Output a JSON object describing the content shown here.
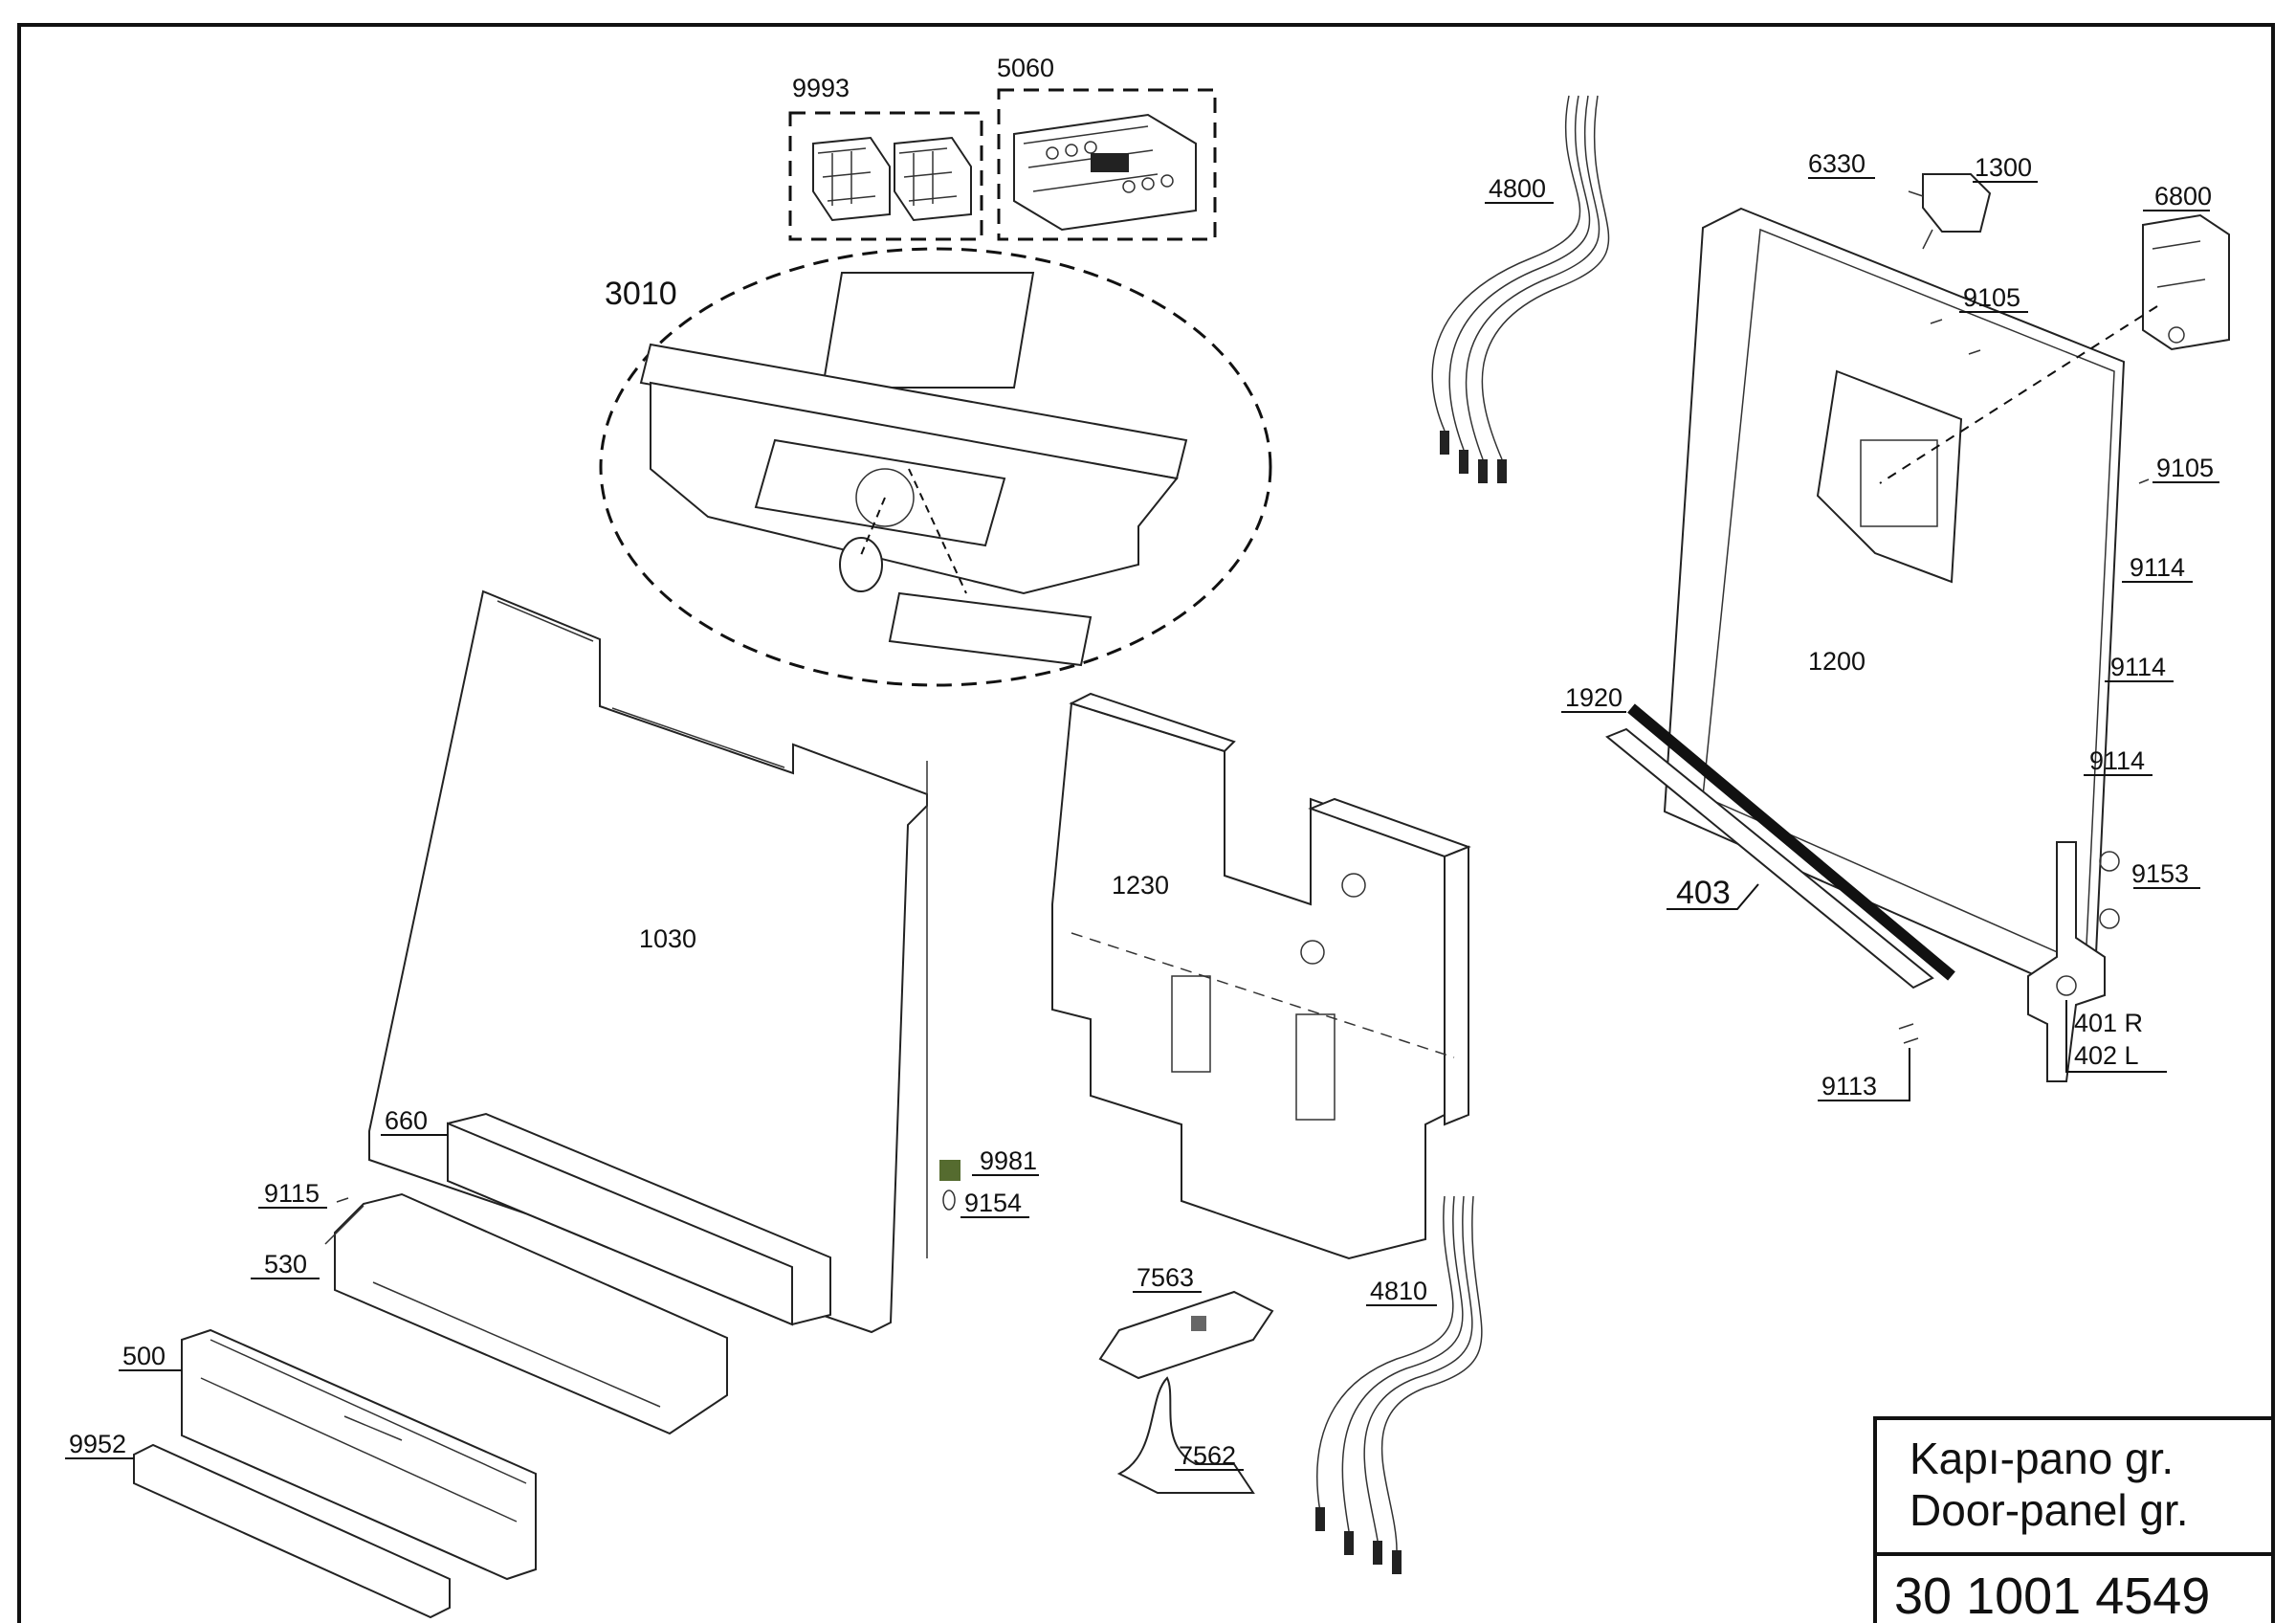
{
  "title_block": {
    "line1": "Kapı-pano gr.",
    "line2": "Door-panel gr.",
    "part_number": "30 1001 4549"
  },
  "callouts": {
    "c9993": "9993",
    "c5060": "5060",
    "c3010": "3010",
    "c4800": "4800",
    "c6330": "6330",
    "c1300": "1300",
    "c6800": "6800",
    "c9105a": "9105",
    "c9105b": "9105",
    "c9114a": "9114",
    "c9114b": "9114",
    "c9114c": "9114",
    "c1200": "1200",
    "c1920": "1920",
    "c403": "403",
    "c9153": "9153",
    "c401r": "401 R",
    "c402l": "402 L",
    "c9113": "9113",
    "c1030": "1030",
    "c1230": "1230",
    "c660": "660",
    "c9981": "9981",
    "c9154": "9154",
    "c9115": "9115",
    "c530": "530",
    "c500": "500",
    "c9952": "9952",
    "c7563": "7563",
    "c4810": "4810",
    "c7562": "7562"
  }
}
